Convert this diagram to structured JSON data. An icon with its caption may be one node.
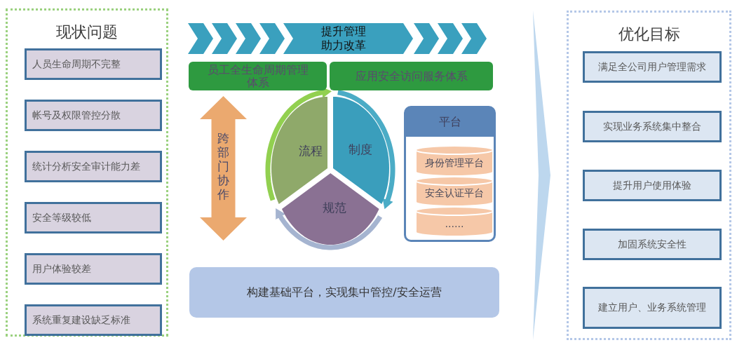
{
  "diagram": {
    "nodes": [
      {
        "text": [
          "现状问题"
        ]
      },
      {
        "text": [
          "人员生命周期不完整"
        ],
        "in": 0
      },
      {
        "text": [
          "帐号及权限管控分散"
        ],
        "in": 0
      },
      {
        "text": [
          "统计分析安全审计能力差"
        ],
        "in": 0
      },
      {
        "text": [
          "安全等级较低"
        ],
        "in": 0
      },
      {
        "text": [
          "用户体验较差"
        ],
        "in": 0
      },
      {
        "text": [
          "系统重复建设缺乏标准"
        ],
        "in": 0
      },
      {
        "text": [
          "提升管理助力改革"
        ]
      },
      {
        "text": [
          "员工全生命周期管理体系"
        ]
      },
      {
        "text": [
          "应用安全访问服务体系"
        ]
      },
      {
        "text": [
          "跨部门协作"
        ]
      },
      {
        "text": [
          "流程"
        ]
      },
      {
        "text": [
          "制度"
        ]
      },
      {
        "text": [
          "规范"
        ]
      },
      {
        "text": [
          "平台"
        ]
      },
      {
        "text": [
          "身份管理平台"
        ],
        "in": 14
      },
      {
        "text": [
          "安全认证平台"
        ],
        "in": 14
      },
      {
        "text": [
          "……"
        ],
        "in": 14
      },
      {
        "text": [
          "构建基础平台，实现集中管控/安全运营"
        ]
      },
      {
        "text": [
          "优化目标"
        ]
      },
      {
        "text": [
          "满足全公司用户管理需求"
        ],
        "in": 19
      },
      {
        "text": [
          "实现业务系统集中整合"
        ],
        "in": 19
      },
      {
        "text": [
          "提升用户使用体验"
        ],
        "in": 19
      },
      {
        "text": [
          "加固系统安全性"
        ],
        "in": 19
      },
      {
        "text": [
          "建立用户、业务系统管理"
        ],
        "in": 19
      }
    ],
    "edges": [
      {
        "from": 11,
        "to": 12,
        "arrow": "to",
        "color": "#92d050"
      },
      {
        "from": 12,
        "to": 13,
        "arrow": "to",
        "color": "#4bacc6"
      },
      {
        "from": 13,
        "to": 11,
        "arrow": "to",
        "color": "#a5b4d0"
      },
      {
        "from": null,
        "to": 19,
        "arrow": "to",
        "color": "#bdd7ee"
      }
    ]
  }
}
